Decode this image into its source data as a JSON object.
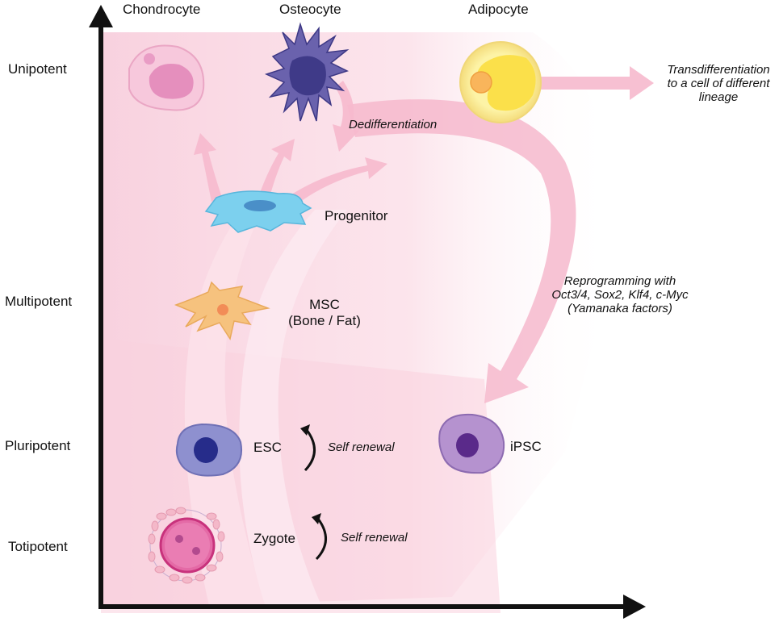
{
  "potency_levels": {
    "unipotent": "Unipotent",
    "multipotent": "Multipotent",
    "pluripotent": "Pluripotent",
    "totipotent": "Totipotent"
  },
  "cells": {
    "chondrocyte": "Chondrocyte",
    "osteocyte": "Osteocyte",
    "adipocyte": "Adipocyte",
    "progenitor": "Progenitor",
    "msc_line1": "MSC",
    "msc_line2": "(Bone / Fat)",
    "esc": "ESC",
    "ipsc": "iPSC",
    "zygote": "Zygote"
  },
  "annotations": {
    "transdiff_line1": "Transdifferentiation",
    "transdiff_line2": "to a cell of different",
    "transdiff_line3": "lineage",
    "dedifferentiation": "Dedifferentiation",
    "reprog_line1": "Reprogramming with",
    "reprog_line2": "Oct3/4, Sox2, Klf4, c-Myc",
    "reprog_line3": "(Yamanaka factors)",
    "self_renewal_esc": "Self renewal",
    "self_renewal_zygote": "Self renewal"
  },
  "colors": {
    "pink_field": "#f7c6d6",
    "pink_arrow": "#f4b3c8",
    "chondrocyte": "#e58fbd",
    "osteocyte": "#4e4a96",
    "adipocyte_fat": "#fbe04a",
    "progenitor": "#7cd0ee",
    "msc": "#f6c27e",
    "esc": "#8e90cf",
    "ipsc": "#a37cc0",
    "zygote": "#d8408f"
  }
}
